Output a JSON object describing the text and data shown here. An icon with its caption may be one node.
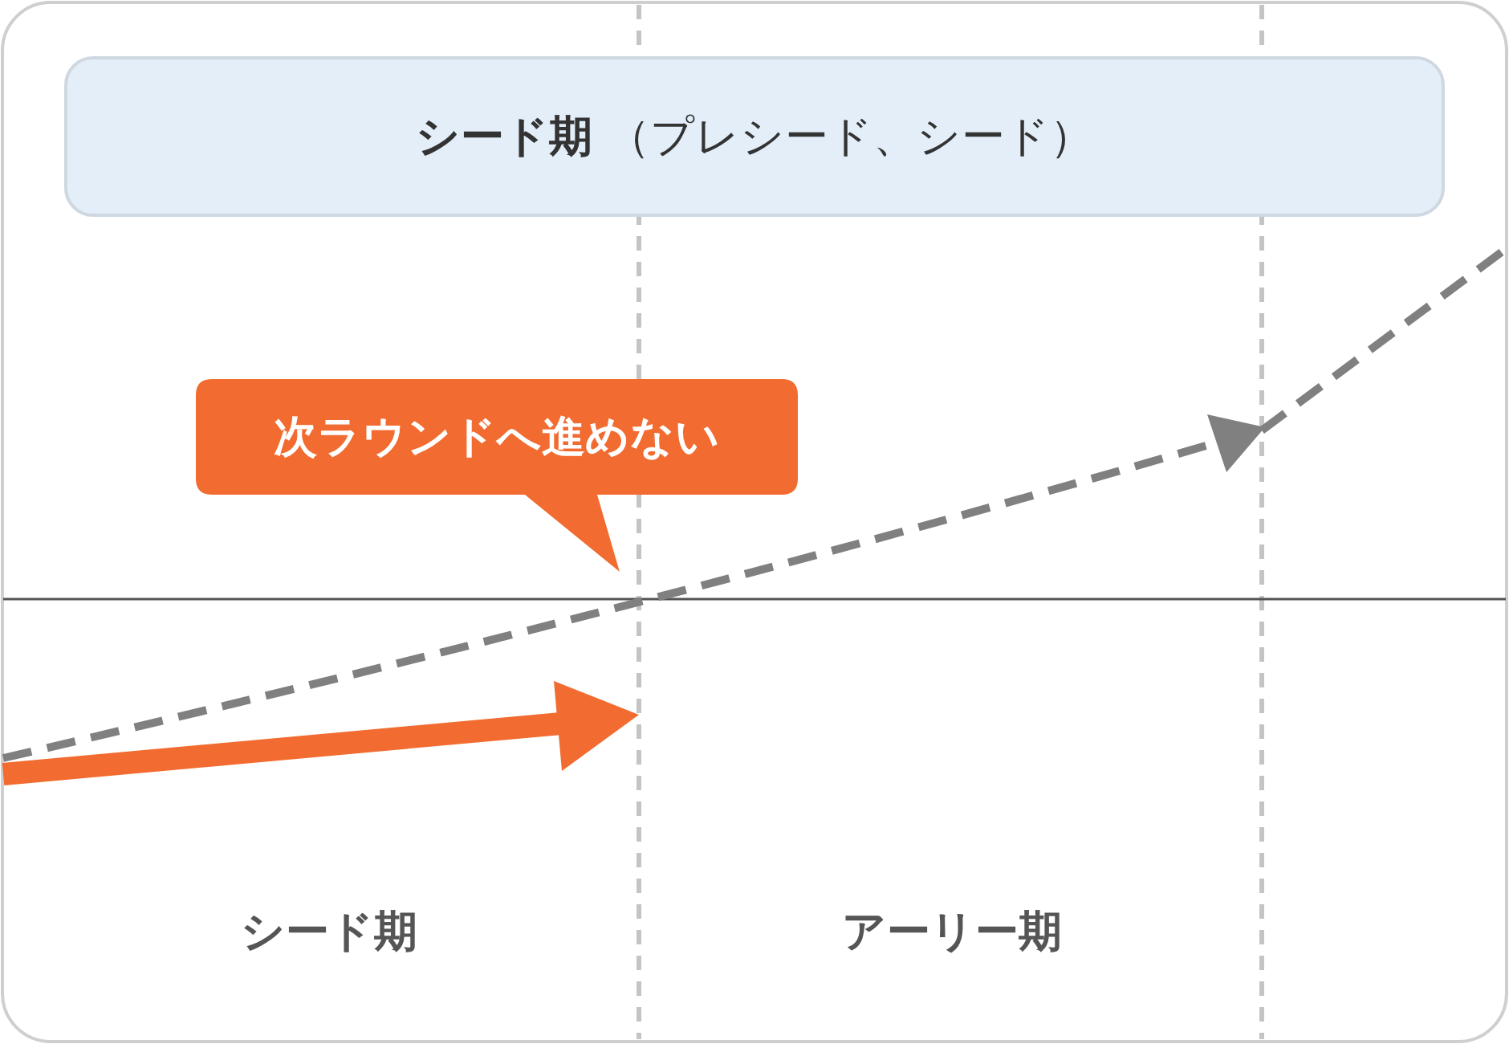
{
  "diagram": {
    "nodes": [
      {
        "text": [
          "**シード期** （プレシード、シード）"
        ]
      },
      {
        "text": [
          "次ラウンドへ進めない"
        ]
      }
    ],
    "labels": [
      "シード期",
      "アーリー期"
    ]
  }
}
